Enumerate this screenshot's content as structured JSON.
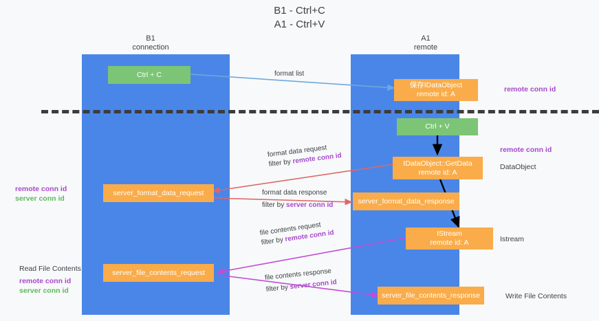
{
  "title": "B1 - Ctrl+C\nA1 - Ctrl+V",
  "colors": {
    "lane": "#4a86e8",
    "green_box": "#7cc576",
    "orange_box": "#f9ac49",
    "remote_conn_id": "#a64ac9",
    "server_conn_id": "#5fb85f",
    "divider": "#3c3c3c",
    "arrow_format_list": "#6fa8dc",
    "arrow_format_data": "#e06666",
    "arrow_file_contents": "#c24bd6",
    "arrow_black": "#000000",
    "background": "#f8f9fa"
  },
  "columns": [
    {
      "name": "left",
      "title": "B1",
      "subtitle": "connection",
      "header_text": "B1\nconnection"
    },
    {
      "name": "right",
      "title": "A1",
      "subtitle": "remote",
      "header_text": "A1\nremote"
    }
  ],
  "boxes": [
    {
      "id": "ctrl-c",
      "label": "Ctrl + C",
      "style": "green",
      "column": "left"
    },
    {
      "id": "save-idataobject",
      "label": "保存IDataObject\nremote id: A",
      "style": "orange",
      "column": "right"
    },
    {
      "id": "ctrl-v",
      "label": "Ctrl + V",
      "style": "green",
      "column": "right"
    },
    {
      "id": "idataobject-getdata",
      "label": "IDataObject::GetData\nremote id: A",
      "style": "orange",
      "column": "right"
    },
    {
      "id": "server-format-data-request",
      "label": "server_format_data_request",
      "style": "orange",
      "column": "left"
    },
    {
      "id": "server-format-data-response",
      "label": "server_format_data_response",
      "style": "orange",
      "column": "right"
    },
    {
      "id": "istream",
      "label": "IStream\nremote id: A",
      "style": "orange",
      "column": "right"
    },
    {
      "id": "server-file-contents-request",
      "label": "server_file_contents_request",
      "style": "orange",
      "column": "left"
    },
    {
      "id": "server-file-contents-response",
      "label": "server_file_contents_response",
      "style": "orange",
      "column": "right"
    }
  ],
  "edge_labels": [
    {
      "id": "format-list",
      "primary": "format list",
      "filter_prefix": "",
      "filter_value": "",
      "filter_color": ""
    },
    {
      "id": "format-data-request",
      "primary": "format data request",
      "filter_prefix": "filter by ",
      "filter_value": "remote conn id",
      "filter_color": "#a64ac9"
    },
    {
      "id": "format-data-response",
      "primary": "format data response",
      "filter_prefix": "filter by ",
      "filter_value": "server conn id",
      "filter_color": "#a64ac9"
    },
    {
      "id": "file-contents-request",
      "primary": "file contents request",
      "filter_prefix": "filter by ",
      "filter_value": "remote conn id",
      "filter_color": "#a64ac9"
    },
    {
      "id": "file-contents-response",
      "primary": "file contents response",
      "filter_prefix": "filter by ",
      "filter_value": "server conn id",
      "filter_color": "#a64ac9"
    }
  ],
  "annotations": {
    "right_remote_conn_id_top": "remote conn id",
    "right_remote_conn_id_mid": "remote conn id",
    "right_dataobject": "DataObject",
    "right_istream": "Istream",
    "right_write_file_contents": "Write File Contents",
    "left_remote_conn_id_mid": "remote conn id",
    "left_server_conn_id_mid": "server conn id",
    "left_read_file_contents": "Read File Contents",
    "left_remote_conn_id_bottom": "remote conn id",
    "left_server_conn_id_bottom": "server conn id"
  }
}
